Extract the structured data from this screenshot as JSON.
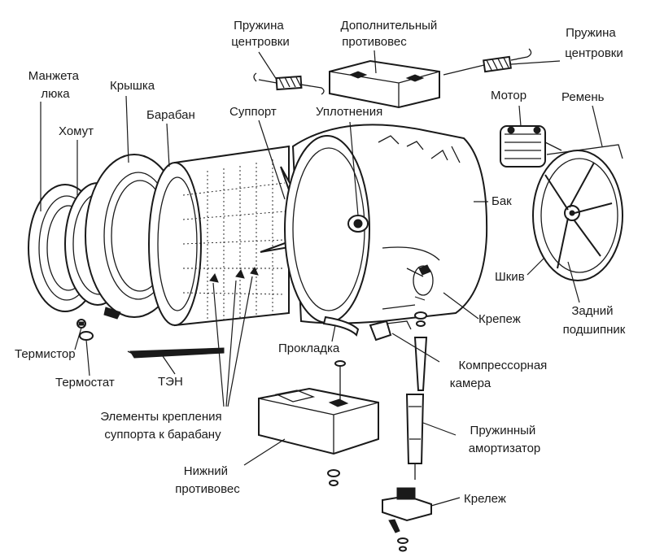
{
  "labels": {
    "spring_left": [
      "Пружина",
      "центровки"
    ],
    "counterweight_top": [
      "Дополнительный",
      "противовес"
    ],
    "spring_right": [
      "Пружина",
      "центровки"
    ],
    "cuff": [
      "Манжета",
      "люка"
    ],
    "cover": "Крышка",
    "clamp": "Хомут",
    "drum": "Барабан",
    "support": "Суппорт",
    "seals": "Уплотнения",
    "motor": "Мотор",
    "belt": "Ремень",
    "tank": "Бак",
    "pulley": "Шкив",
    "fastener_mid": "Крепеж",
    "rear_bearing": [
      "Задний",
      "подшипник"
    ],
    "thermistor": "Термистор",
    "thermostat": "Термостат",
    "heater": "ТЭН",
    "gasket": "Прокладка",
    "compressor": [
      "Компрессорная",
      "камера"
    ],
    "support_fasteners": [
      "Элементы крепления",
      "суппорта к барабану"
    ],
    "damper": [
      "Пружинный",
      "амортизатор"
    ],
    "counterweight_bottom": [
      "Нижний",
      "противовес"
    ],
    "fastener_bottom": "Крележ"
  }
}
